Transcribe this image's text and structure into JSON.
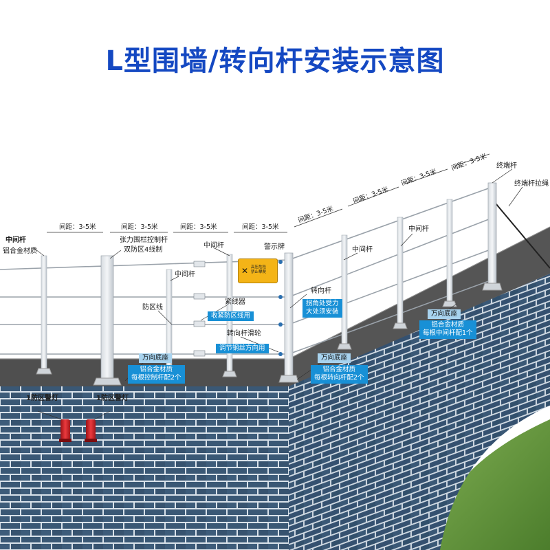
{
  "title": "L型围墙/转向杆安装示意图",
  "spacing_text": "间距：3-5米",
  "labels": {
    "mid_pole_1": "中间杆",
    "alu_material": "铝合金材质",
    "tension_pole": "张力围栏控制杆",
    "dual_zone": "双防区4线制",
    "mid_pole_2": "中间杆",
    "mid_pole_3": "中间杆",
    "warning_sign": "警示牌",
    "zone_line": "防区线",
    "tightener": "紧线器",
    "turn_pole": "转向杆",
    "turn_pulley": "转向杆滑轮",
    "mid_pole_4": "中间杆",
    "mid_pole_5": "中间杆",
    "end_pole": "终端杆",
    "end_guy": "终端杆拉绳",
    "alarm_1": "1防区警灯",
    "alarm_2": "1防区警灯"
  },
  "boxes": {
    "tighten_line": "收紧防区线用",
    "adjust_wire": "调节钢丝方向用",
    "corner_force": "拐角处受力\n大处须安装",
    "base_1": "万向底座",
    "base_1_desc": "铝合金材质\n每根控制杆配2个",
    "base_2": "万向底座",
    "base_2_desc": "铝合金材质\n每根转向杆配2个",
    "base_3": "万向底座",
    "base_3_desc": "铝合金材质\n每根中间杆配1个"
  },
  "sign_text": "高压危险\n禁止攀爬",
  "colors": {
    "title": "#1448c2",
    "brick_face": "#3a5875",
    "mortar": "#d9e2ea",
    "wall_top": "#4f4f4f",
    "grass": "#5d8f3a",
    "callout_box": "#1890d6",
    "callout_box_light": "#a8d3ef",
    "alarm": "#d9262b"
  },
  "icons": [
    "warning-sign-icon",
    "alarm-light-icon"
  ]
}
